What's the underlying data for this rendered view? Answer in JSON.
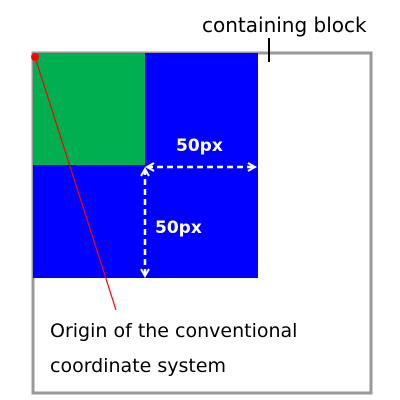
{
  "labels": {
    "containing_block": "containing block",
    "horizontal_offset": "50px",
    "vertical_offset": "50px",
    "origin_line1": "Origin of the conventional",
    "origin_line2": "coordinate system"
  },
  "colors": {
    "blue_box": "#0000ff",
    "green_box": "#00b050",
    "container_border": "#999999",
    "origin_marker": "#ff0000",
    "arrow": "#ffffff",
    "text": "#000000"
  }
}
